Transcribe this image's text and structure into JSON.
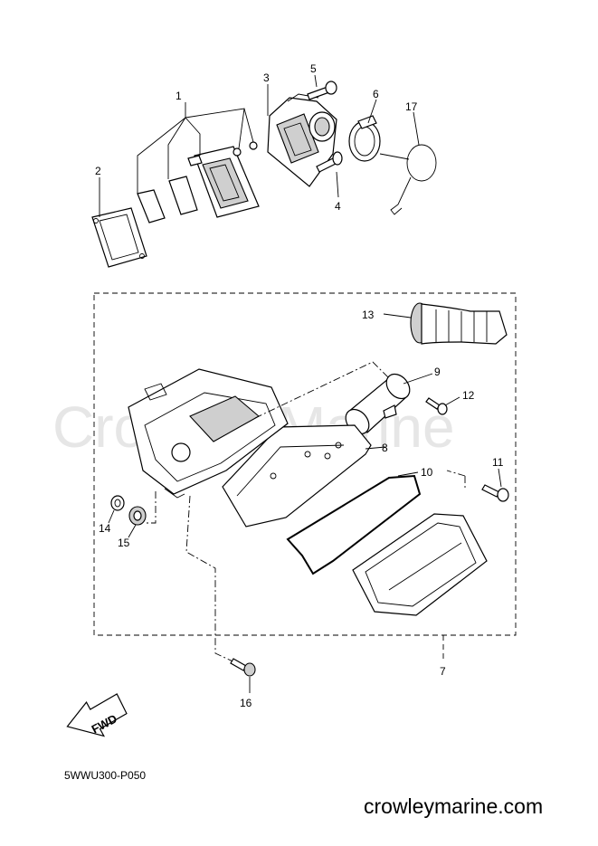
{
  "watermark": "Crowley Marine",
  "diagram_code": "5WWU300-P050",
  "site_url": "crowleymarine.com",
  "fwd_label": "FWD",
  "callouts": {
    "c1": "1",
    "c2": "2",
    "c3": "3",
    "c4": "4",
    "c5": "5",
    "c6": "6",
    "c7": "7",
    "c8": "8",
    "c9": "9",
    "c10": "10",
    "c11": "11",
    "c12": "12",
    "c13": "13",
    "c14": "14",
    "c15": "15",
    "c16": "16",
    "c17": "17"
  }
}
